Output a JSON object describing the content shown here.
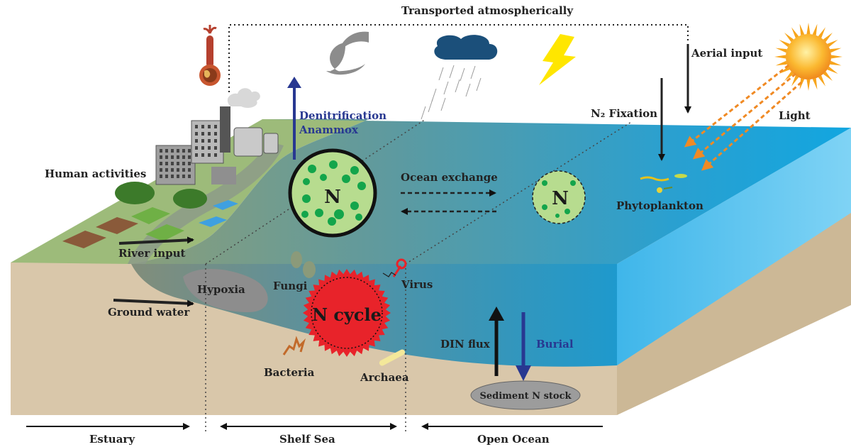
{
  "labels": {
    "transported": "Transported atmospherically",
    "aerial_input": "Aerial input",
    "n2_fixation": "N₂ Fixation",
    "light": "Light",
    "denitrification": "Denitrification",
    "anammox": "Anammox",
    "human_activities": "Human activities",
    "ocean_exchange": "Ocean exchange",
    "phytoplankton": "Phytoplankton",
    "river_input": "River input",
    "hypoxia": "Hypoxia",
    "fungi": "Fungi",
    "virus": "Virus",
    "ground_water": "Ground water",
    "n_cycle": "N cycle",
    "din_flux": "DIN flux",
    "burial": "Burial",
    "bacteria": "Bacteria",
    "archaea": "Archaea",
    "sediment": "Sediment N stock",
    "estuary": "Estuary",
    "shelf_sea": "Shelf Sea",
    "open_ocean": "Open Ocean",
    "n_big": "N",
    "n_small": "N"
  },
  "colors": {
    "ocean_top": "#1aa3d9",
    "ocean_front": "#1e9fd6",
    "sediment": "#d8c6a8",
    "land": "#9dbb7a",
    "n_circle_fill": "#b7dc8f",
    "n_dot": "#13a54b",
    "n_cycle_red": "#e8232a",
    "arrow_blue": "#283891",
    "sun": "#f7a51c",
    "lightning": "#ffe600",
    "light_rays": "#f08a24"
  },
  "icons": [
    "thermometer-globe-icon",
    "hurricane-icon",
    "rain-cloud-icon",
    "lightning-icon",
    "sun-icon",
    "factory-icon",
    "virus-icon",
    "phytoplankton-icon"
  ]
}
